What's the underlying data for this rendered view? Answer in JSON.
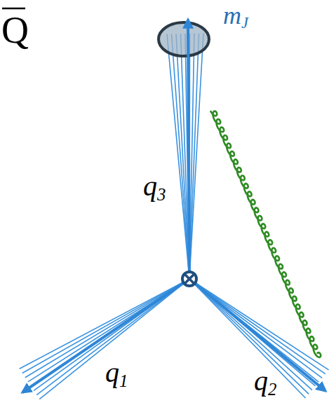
{
  "diagram": {
    "labels": [
      "Q",
      "mJ",
      "q3",
      "q1",
      "q2"
    ]
  }
}
